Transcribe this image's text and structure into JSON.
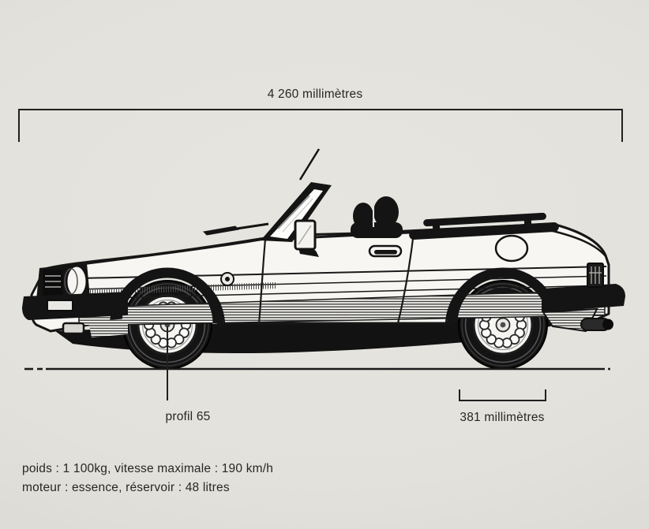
{
  "diagram": {
    "subject": "cabriolet-side-view-illustration",
    "annotations": {
      "overall_length": "4 260 millimètres",
      "tire_profile": "profil 65",
      "wheel_size": "381 millimètres"
    },
    "specs": {
      "line1": "poids : 1 100kg, vitesse maximale : 190 km/h",
      "line2": "moteur : essence, réservoir : 48 litres"
    },
    "colors": {
      "background": "#e3e1db",
      "ink": "#161616",
      "car_body": "#f7f6f3"
    }
  }
}
